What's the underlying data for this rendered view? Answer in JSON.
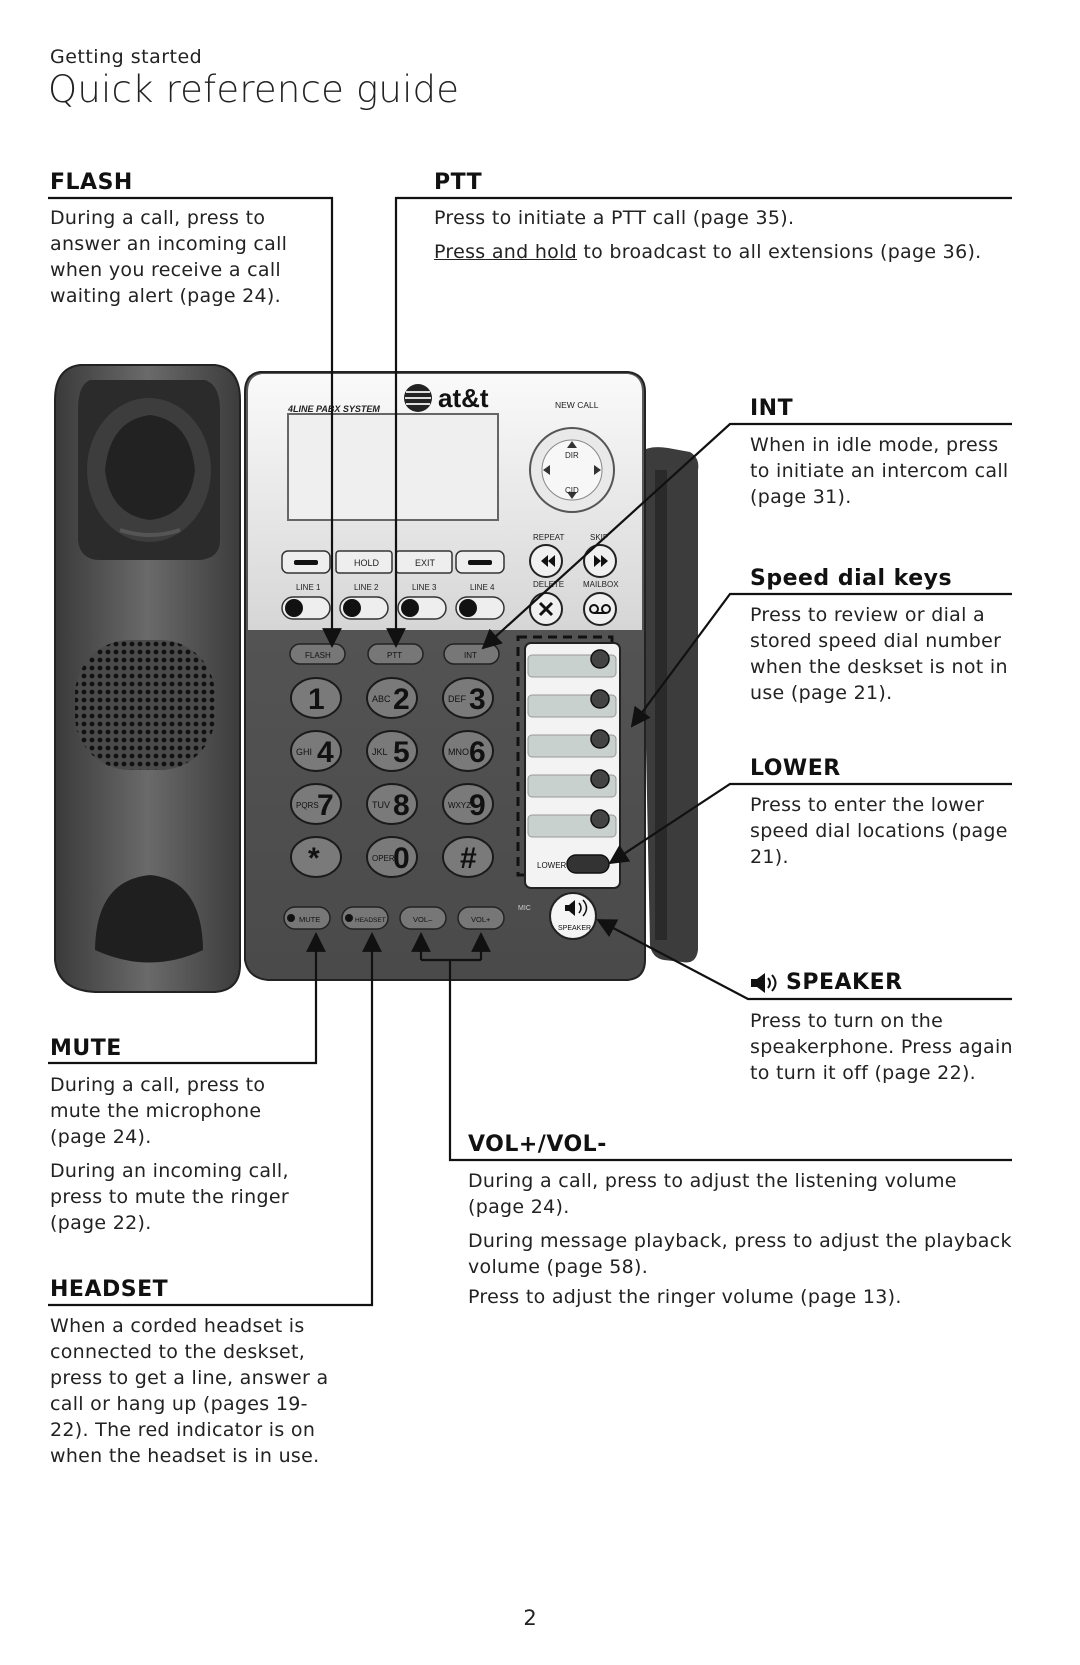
{
  "header": {
    "section": "Getting started",
    "title": "Quick reference guide"
  },
  "phone": {
    "brand": "at&t",
    "model": "4LINE PABX SYSTEM",
    "new_call": "NEW CALL",
    "dir": "DIR",
    "cid": "CID",
    "repeat": "REPEAT",
    "skip": "SKIP",
    "delete": "DELETE",
    "mailbox": "MAILBOX",
    "hold": "HOLD",
    "exit": "EXIT",
    "lines": [
      "LINE 1",
      "LINE 2",
      "LINE 3",
      "LINE 4"
    ],
    "flash": "FLASH",
    "ptt": "PTT",
    "int": "INT",
    "keys": [
      {
        "sub": "",
        "num": "1"
      },
      {
        "sub": "ABC",
        "num": "2"
      },
      {
        "sub": "DEF",
        "num": "3"
      },
      {
        "sub": "GHI",
        "num": "4"
      },
      {
        "sub": "JKL",
        "num": "5"
      },
      {
        "sub": "MNO",
        "num": "6"
      },
      {
        "sub": "PQRS",
        "num": "7"
      },
      {
        "sub": "TUV",
        "num": "8"
      },
      {
        "sub": "WXYZ",
        "num": "9"
      },
      {
        "sub": "",
        "num": "*"
      },
      {
        "sub": "OPER",
        "num": "0"
      },
      {
        "sub": "",
        "num": "#"
      }
    ],
    "lower": "LOWER",
    "mute": "MUTE",
    "headset": "HEADSET",
    "vol_minus": "VOL–",
    "vol_plus": "VOL+",
    "mic": "MIC",
    "speaker": "SPEAKER"
  },
  "callouts": {
    "flash": {
      "heading": "FLASH",
      "text": "During a call, press to answer an incoming call when you receive a call waiting alert (page 24)."
    },
    "ptt": {
      "heading": "PTT",
      "p1": "Press to initiate a PTT call (page 35).",
      "p2_underlined": "Press and hold",
      "p2_rest": " to broadcast to all extensions (page 36)."
    },
    "int": {
      "heading": "INT",
      "text": "When in idle mode, press to initiate an intercom call (page 31)."
    },
    "speed_dial": {
      "heading": "Speed dial keys",
      "text": "Press to review or dial a stored speed dial number when the deskset is not in use (page 21)."
    },
    "lower": {
      "heading": "LOWER",
      "text": "Press to enter the lower speed dial locations (page 21)."
    },
    "speaker": {
      "heading": "SPEAKER",
      "text": "Press to turn on the speakerphone. Press again to turn it off (page 22)."
    },
    "mute": {
      "heading": "MUTE",
      "p1": "During a call, press to mute the microphone (page 24).",
      "p2": "During an incoming call, press to mute the ringer (page 22)."
    },
    "vol": {
      "heading": "VOL+/VOL-",
      "p1": "During a call, press to adjust the listening volume (page 24).",
      "p2": "During message playback, press to adjust the playback volume (page 58).",
      "p3": "Press to adjust the ringer volume (page 13)."
    },
    "headset": {
      "heading": "HEADSET",
      "text": "When a corded headset is connected to the deskset, press to get a line, answer a call or hang up (pages 19-22). The red indicator is on when the headset is in use."
    }
  },
  "footer": {
    "page_number": "2"
  }
}
